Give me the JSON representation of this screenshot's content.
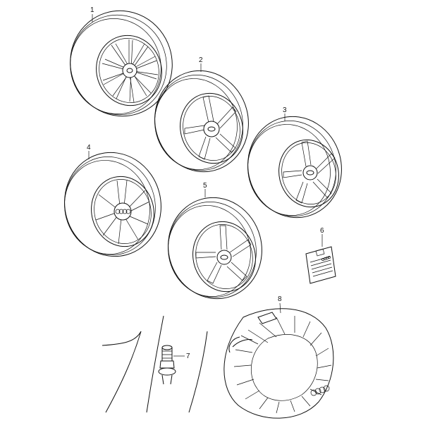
{
  "diagram": {
    "callouts": [
      {
        "id": "wheel-1",
        "number": "1"
      },
      {
        "id": "wheel-2",
        "number": "2"
      },
      {
        "id": "wheel-3",
        "number": "3"
      },
      {
        "id": "wheel-4",
        "number": "4"
      },
      {
        "id": "wheel-5",
        "number": "5"
      },
      {
        "id": "label-sticker",
        "number": "6"
      },
      {
        "id": "valve",
        "number": "7"
      },
      {
        "id": "tire-bag",
        "number": "8"
      }
    ]
  }
}
